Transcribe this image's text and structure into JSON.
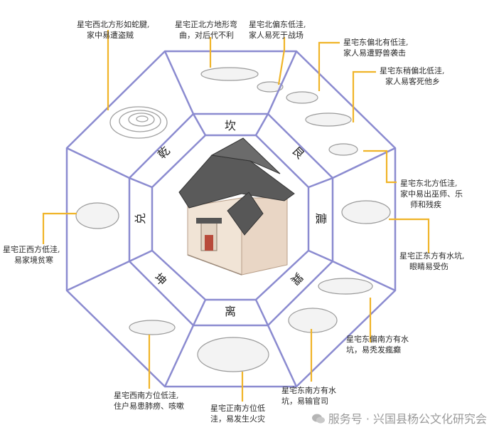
{
  "trigrams": {
    "kan": "坎",
    "gen": "艮",
    "zhen": "震",
    "xun": "巽",
    "li": "离",
    "kun": "坤",
    "dui": "兑",
    "qian": "乾"
  },
  "captions": {
    "nw": [
      "星宅西北方形如蛇腱,",
      "家中易遭盗贼"
    ],
    "n": [
      "星宅正北方地形弯",
      "曲，对后代不利"
    ],
    "nne": [
      "星宅北偏东低洼,",
      "家人易死于战场"
    ],
    "ne1": [
      "星宅东偏北有低洼,",
      "家人易遭野兽袭击"
    ],
    "ne2": [
      "星宅东稍偏北低洼,",
      "家人易客死他乡"
    ],
    "ne3": [
      "星宅东北方低洼,",
      "家中易出巫师、乐",
      "师和残疾"
    ],
    "e": [
      "星宅正东方有水坑,",
      "眼睛易受伤"
    ],
    "se": [
      "星宅东偏南方有水",
      "坑，易秃发瘋癫"
    ],
    "sse": [
      "星宅东南方有水",
      "坑，易输官司"
    ],
    "s": [
      "星宅正南方位低",
      "洼，易发生火灾"
    ],
    "sw": [
      "星宅西南方位低洼,",
      "住户易患肺痨、咳嗽"
    ],
    "w": [
      "星宅正西方低洼,",
      "易家境贫寒"
    ]
  },
  "watermark": "服务号 · 兴国县杨公文化研究会",
  "colors": {
    "octagon": "#8b8bd0",
    "leader": "#f0b428",
    "wall": "#ead7c6",
    "roof": "#5a5a5a"
  }
}
